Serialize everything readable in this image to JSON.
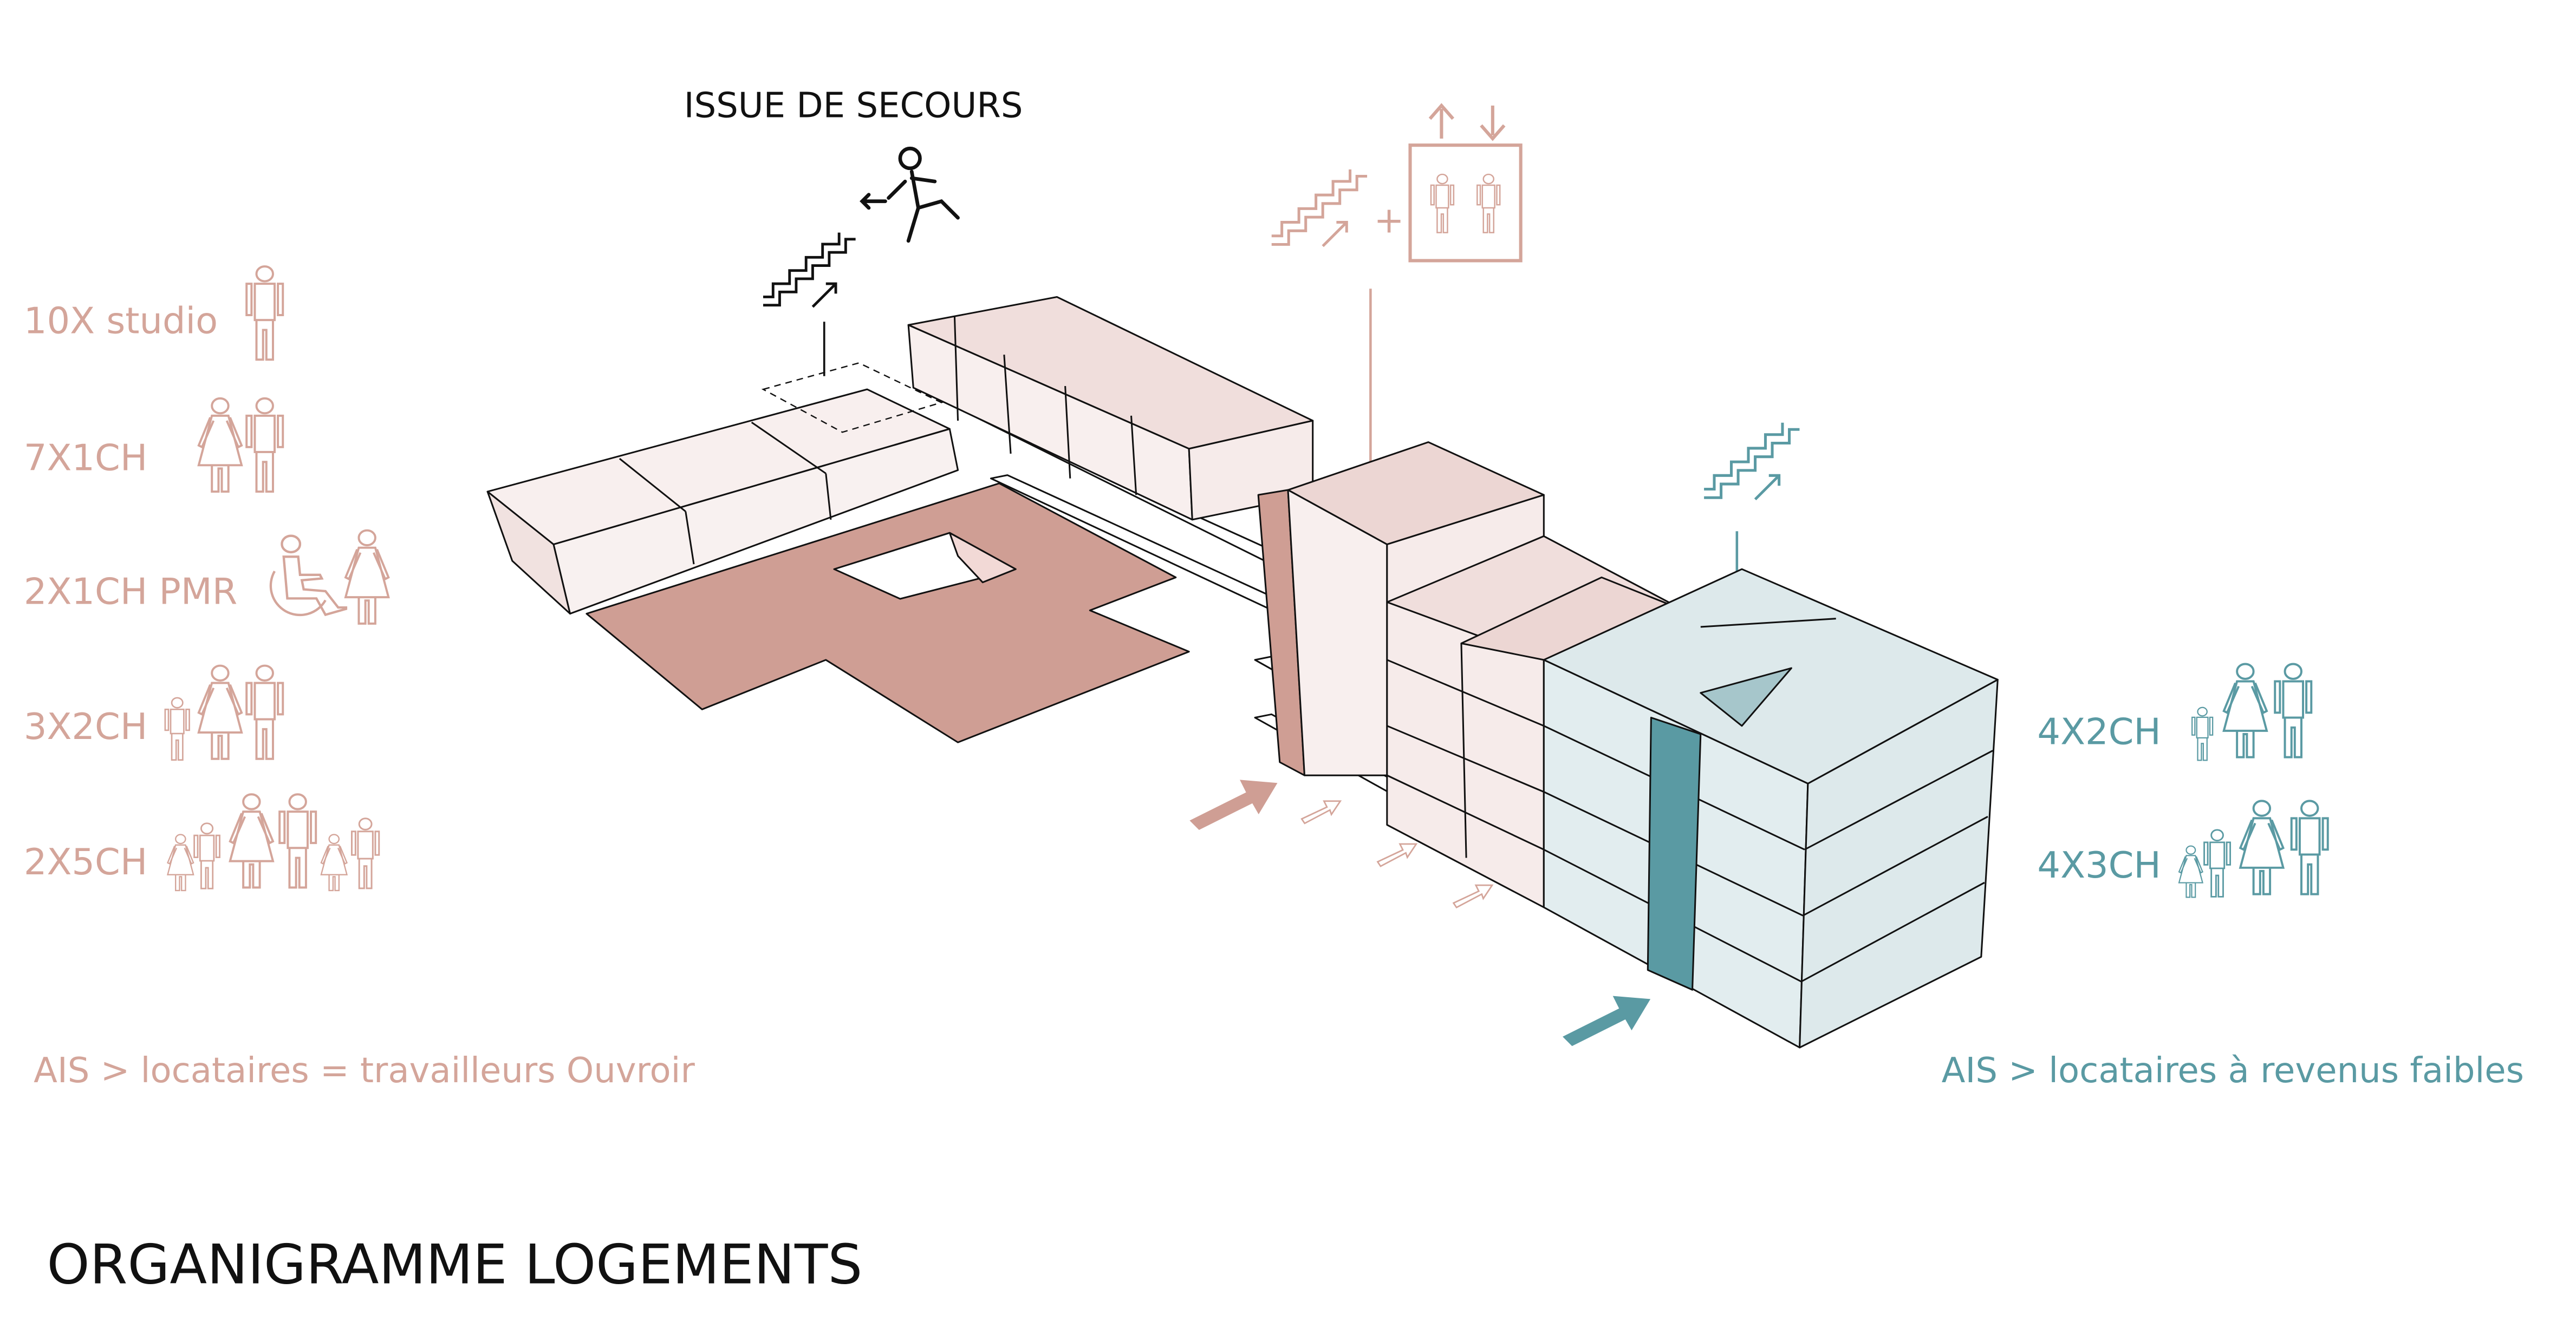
{
  "title": "ORGANIGRAMME LOGEMENTS",
  "emergency_exit_label": "ISSUE DE SECOURS",
  "plus_sign": "+",
  "left_group": {
    "color": "#d4a59a",
    "units": [
      {
        "label": "10X studio",
        "occupants": [
          "man"
        ]
      },
      {
        "label": "7X1CH",
        "occupants": [
          "woman",
          "man"
        ]
      },
      {
        "label": "2X1CH PMR",
        "occupants": [
          "wheelchair",
          "woman"
        ]
      },
      {
        "label": "3X2CH",
        "occupants": [
          "child",
          "woman",
          "man"
        ]
      },
      {
        "label": "2X5CH",
        "occupants": [
          "girl",
          "boy",
          "woman",
          "man",
          "girl",
          "boy"
        ]
      }
    ],
    "footer": "AIS > locataires = travailleurs Ouvroir"
  },
  "right_group": {
    "color": "#5a9aa3",
    "units": [
      {
        "label": "4X2CH",
        "occupants": [
          "child",
          "woman",
          "man"
        ]
      },
      {
        "label": "4X3CH",
        "occupants": [
          "girl",
          "boy",
          "woman",
          "man"
        ]
      }
    ],
    "footer": "AIS > locataires à revenus faibles"
  },
  "colors": {
    "pink": "#d4a59a",
    "pink_floor": "#cf9e94",
    "pink_light": "#f2e1df",
    "teal": "#5a9aa3",
    "teal_light": "#dde9eb"
  }
}
